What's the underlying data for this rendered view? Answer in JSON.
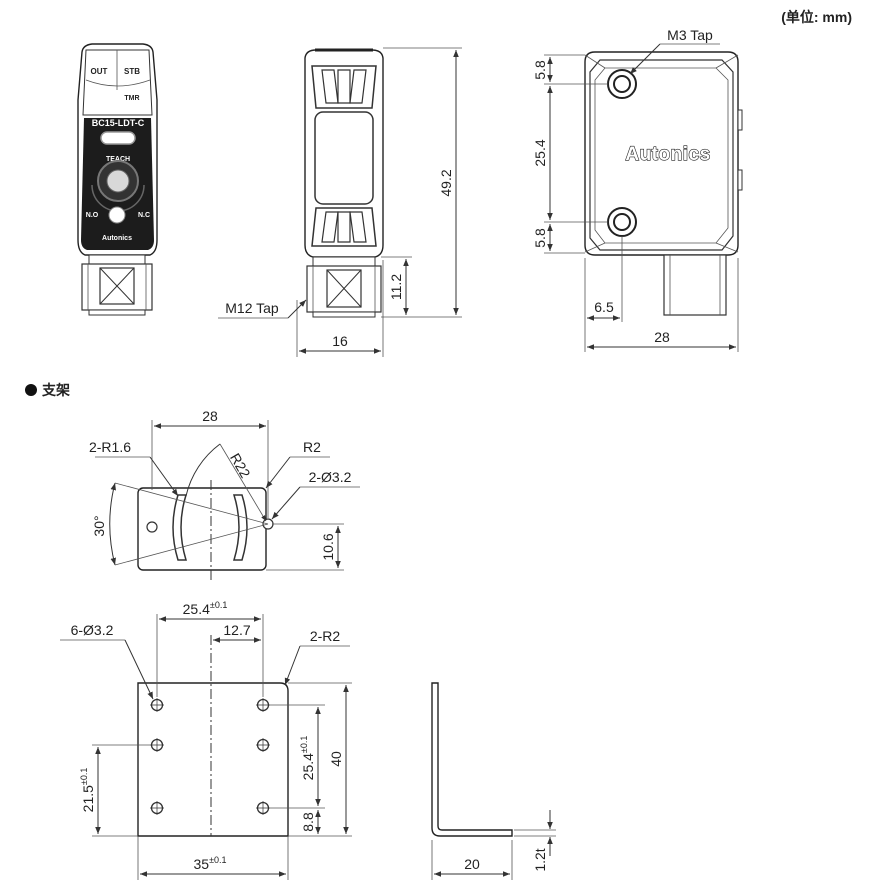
{
  "units_label": "(单位: mm)",
  "section_title": "支架",
  "sensor": {
    "front": {
      "labels": {
        "out": "OUT",
        "stb": "STB",
        "tmr": "TMR",
        "model": "BC15-LDT-C",
        "teach": "TEACH",
        "no": "N.O",
        "nc": "N.C",
        "brand_small": "Autonics"
      }
    },
    "side": {
      "height": "49.2",
      "connector_len": "11.2",
      "width": "16",
      "thread_callout": "M12 Tap"
    },
    "back": {
      "top_offset": "5.8",
      "hole_pitch": "25.4",
      "bottom_offset": "5.8",
      "conn_offset": "6.5",
      "width": "28",
      "thread_callout": "M3 Tap",
      "brand": "Autonics"
    }
  },
  "bracket": {
    "top_view": {
      "width": "28",
      "slot_radius": "2-R1.6",
      "arc_radius": "R22",
      "corner_radius": "R2",
      "holes": "2-Ø3.2",
      "angle": "30°",
      "height": "10.6"
    },
    "plate": {
      "hole_pitch_x": "25.4",
      "center_x": "12.7",
      "holes": "6-Ø3.2",
      "corner_radius": "2-R2",
      "hole_pitch_y": "25.4",
      "height": "40",
      "bottom_offset": "8.8",
      "left_offset": "21.5",
      "width": "35",
      "tolerance": "±0.1"
    },
    "profile": {
      "leg": "20",
      "thickness": "1.2t"
    }
  }
}
